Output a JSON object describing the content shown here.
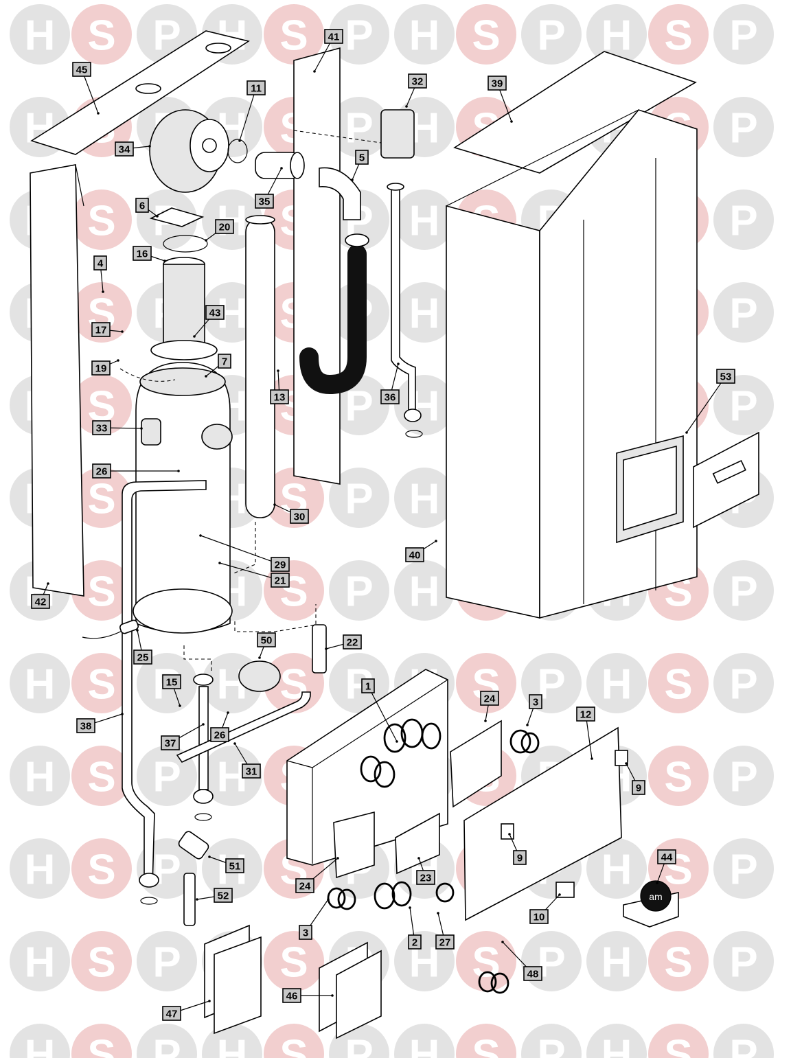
{
  "watermark": {
    "letters": [
      "H",
      "S",
      "P"
    ],
    "colors": {
      "H": "#e3e3e3",
      "S": "#f2cfcf",
      "P": "#e3e3e3"
    }
  },
  "part_labels": [
    "45",
    "41",
    "32",
    "11",
    "39",
    "34",
    "35",
    "5",
    "6",
    "20",
    "16",
    "4",
    "43",
    "17",
    "19",
    "7",
    "13",
    "36",
    "53",
    "33",
    "26",
    "30",
    "40",
    "29",
    "21",
    "42",
    "25",
    "50",
    "22",
    "15",
    "38",
    "37",
    "26",
    "31",
    "1",
    "24",
    "3",
    "12",
    "9",
    "9",
    "51",
    "52",
    "24",
    "23",
    "44",
    "3",
    "2",
    "27",
    "10",
    "48",
    "47",
    "46"
  ],
  "logo": {
    "text": "am"
  }
}
